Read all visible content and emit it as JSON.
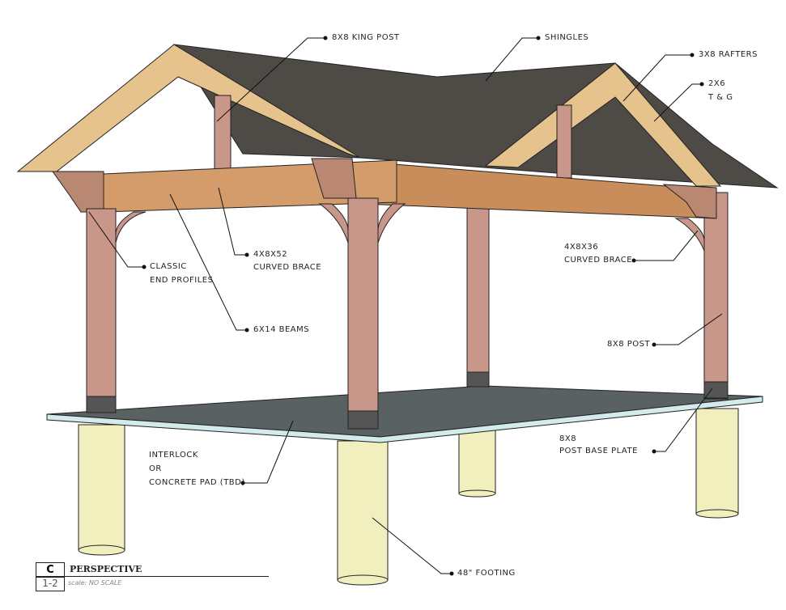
{
  "drawing": {
    "labels": {
      "king_post": "8X8 KING POST",
      "shingles": "SHINGLES",
      "rafters": "3X8 RAFTERS",
      "tg_1": "2X6",
      "tg_2": "T & G",
      "brace52_1": "4X8X52",
      "brace52_2": "CURVED BRACE",
      "profiles_1": "CLASSIC",
      "profiles_2": "END PROFILES",
      "beams": "6X14 BEAMS",
      "brace36_1": "4X8X36",
      "brace36_2": "CURVED BRACE",
      "post": "8X8 POST",
      "plate_1": "8X8",
      "plate_2": "POST BASE PLATE",
      "pad_1": "INTERLOCK",
      "pad_2": "OR",
      "pad_3": "CONCRETE PAD (TBD)",
      "footing": "48\" FOOTING"
    },
    "colors": {
      "shingle": "#4e4a45",
      "timber": "#d49c6a",
      "post": "#c9978a",
      "rafter": "#e6c28c",
      "pad": "#5a6163",
      "footing": "#f2efbf"
    }
  },
  "title_block": {
    "code": "C",
    "sheet": "1-2",
    "title": "PERSPECTIVE",
    "scale": "scale: NO SCALE"
  }
}
